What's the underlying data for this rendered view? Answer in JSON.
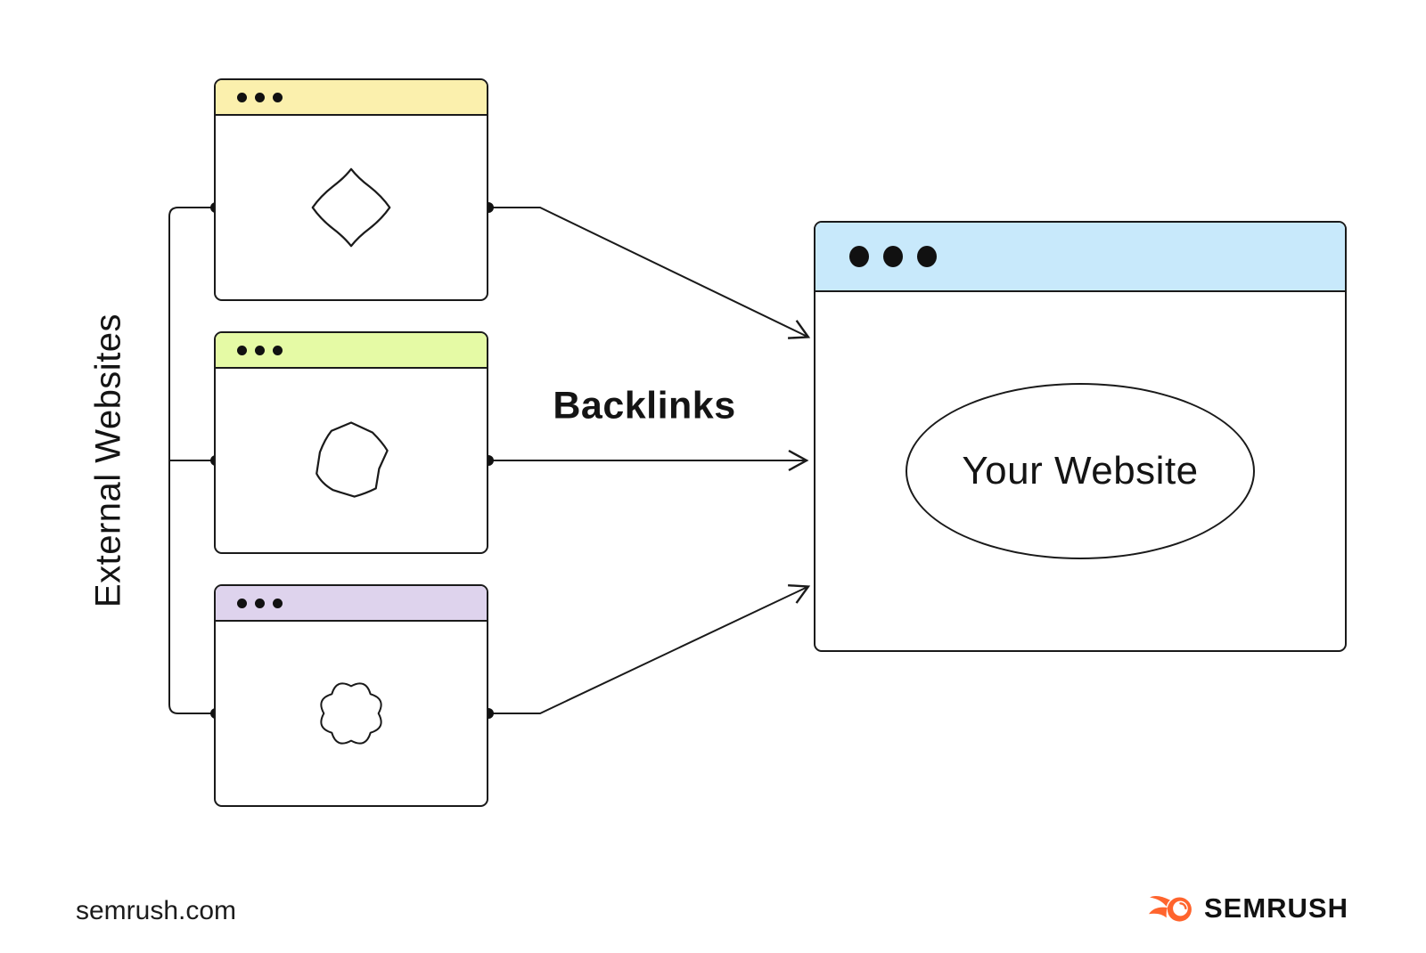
{
  "diagram": {
    "group_label": "External Websites",
    "backlinks_label": "Backlinks",
    "your_website_label": "Your Website",
    "windows": [
      {
        "id": "external-website-1",
        "titlebar_color": "#FBF0AD",
        "icon": "diamond-blob-icon"
      },
      {
        "id": "external-website-2",
        "titlebar_color": "#E5FAA5",
        "icon": "splat-blob-icon"
      },
      {
        "id": "external-website-3",
        "titlebar_color": "#DED3ED",
        "icon": "flower-blob-icon"
      },
      {
        "id": "your-website",
        "titlebar_color": "#C8E9FB",
        "icon": "your-website-ellipse"
      }
    ],
    "connector_color": "#1A1A1A"
  },
  "footer": {
    "site": "semrush.com",
    "brand": "SEMRUSH",
    "brand_accent_color": "#FF642D"
  }
}
